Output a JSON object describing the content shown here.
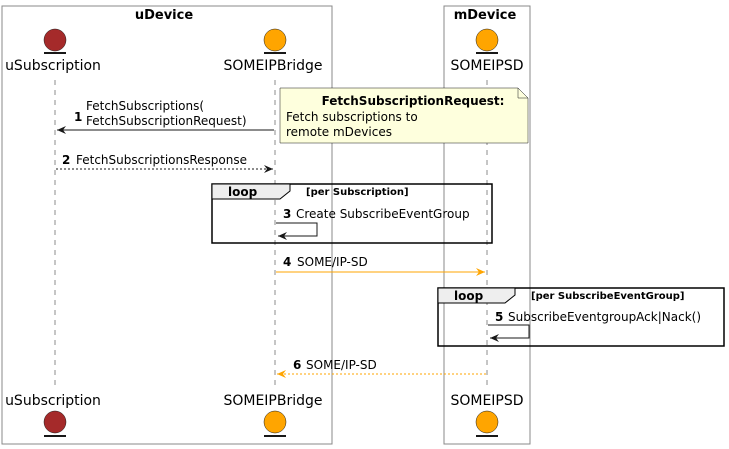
{
  "boxes": {
    "udevice": {
      "title": "uDevice"
    },
    "mdevice": {
      "title": "mDevice"
    }
  },
  "participants": {
    "usubscription": {
      "name": "uSubscription",
      "color": "#A52A2A"
    },
    "someipbridge": {
      "name": "SOMEIPBridge",
      "color": "#FFA500"
    },
    "someipsd": {
      "name": "SOMEIPSD",
      "color": "#FFA500"
    }
  },
  "messages": [
    {
      "number": "1",
      "lines": [
        "FetchSubscriptions(",
        "FetchSubscriptionRequest)"
      ],
      "style": "solid",
      "color": "#181818"
    },
    {
      "number": "2",
      "lines": [
        "FetchSubscriptionsResponse"
      ],
      "style": "dashed",
      "color": "#181818"
    },
    {
      "number": "3",
      "lines": [
        "Create SubscribeEventGroup"
      ],
      "style": "solid",
      "color": "#181818"
    },
    {
      "number": "4",
      "lines": [
        "SOME/IP-SD"
      ],
      "style": "solid",
      "color": "#FFA500"
    },
    {
      "number": "5",
      "lines": [
        "SubscribeEventgroupAck|Nack()"
      ],
      "style": "solid",
      "color": "#181818"
    },
    {
      "number": "6",
      "lines": [
        "SOME/IP-SD"
      ],
      "style": "dashed",
      "color": "#FFA500"
    }
  ],
  "note": {
    "title": "FetchSubscriptionRequest:",
    "lines": [
      "Fetch subscriptions to",
      "remote mDevices"
    ],
    "color": "#FEFFDD"
  },
  "loops": [
    {
      "keyword": "loop",
      "condition": "[per Subscription]"
    },
    {
      "keyword": "loop",
      "condition": "[per SubscribeEventGroup]"
    }
  ]
}
